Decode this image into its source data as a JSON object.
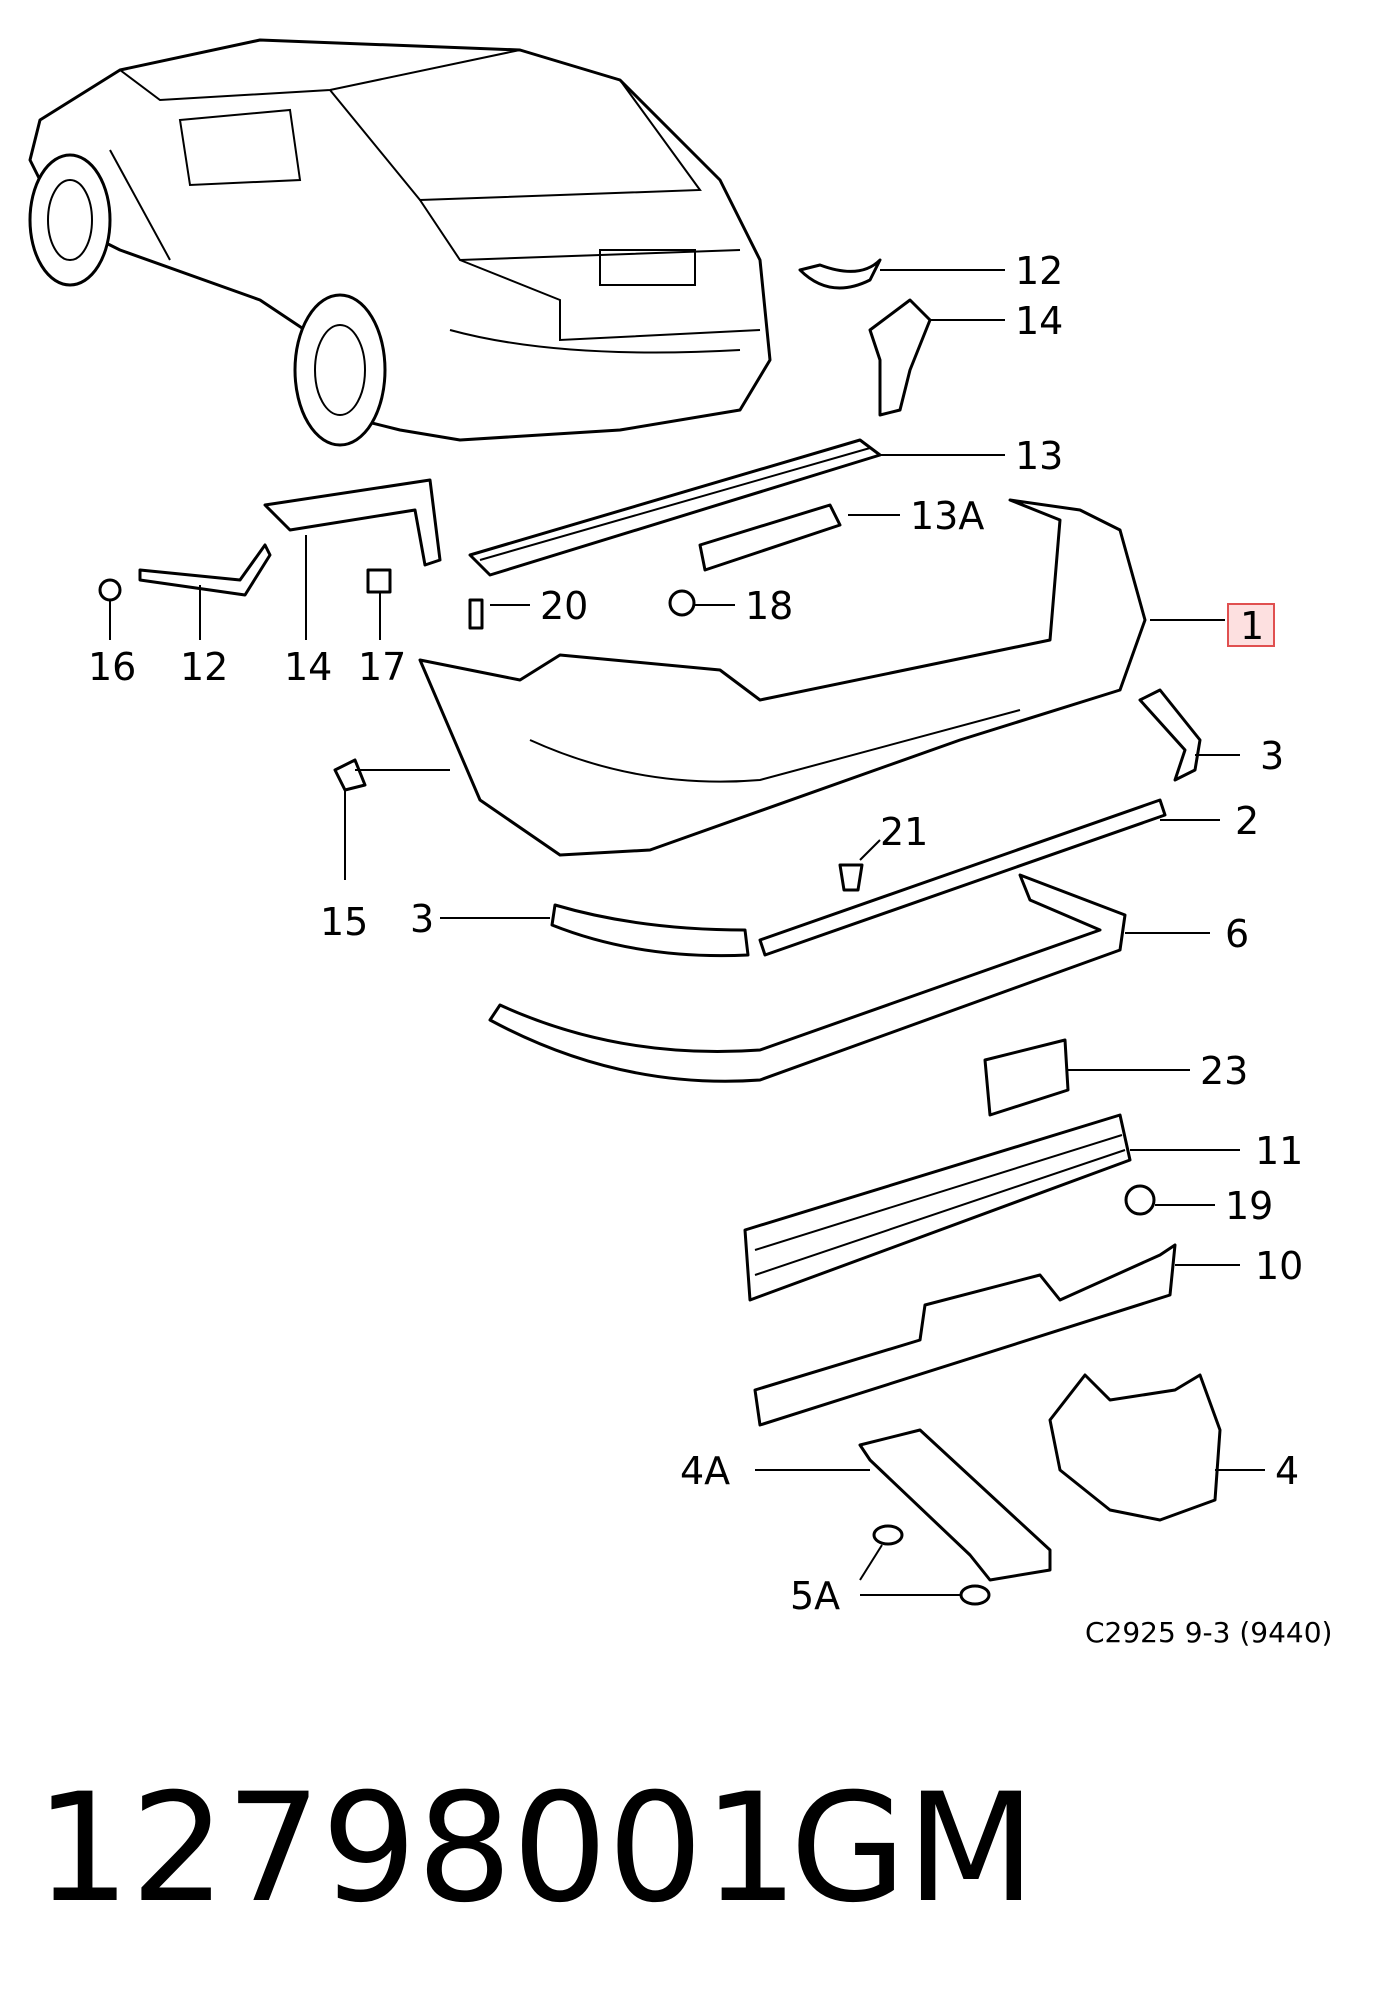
{
  "callouts": {
    "c12_top": "12",
    "c14_top": "14",
    "c13": "13",
    "c13a": "13A",
    "c1": "1",
    "c16": "16",
    "c12_left": "12",
    "c14_left": "14",
    "c17": "17",
    "c20": "20",
    "c18": "18",
    "c3_right": "3",
    "c2": "2",
    "c21": "21",
    "c15": "15",
    "c3_left": "3",
    "c6": "6",
    "c23": "23",
    "c11": "11",
    "c19": "19",
    "c10": "10",
    "c4a": "4A",
    "c4": "4",
    "c5a": "5A"
  },
  "diagram_ref": "C2925 9-3 (9440)",
  "part_number": "12798001",
  "brand": "GM",
  "highlight_color": "#e05050"
}
